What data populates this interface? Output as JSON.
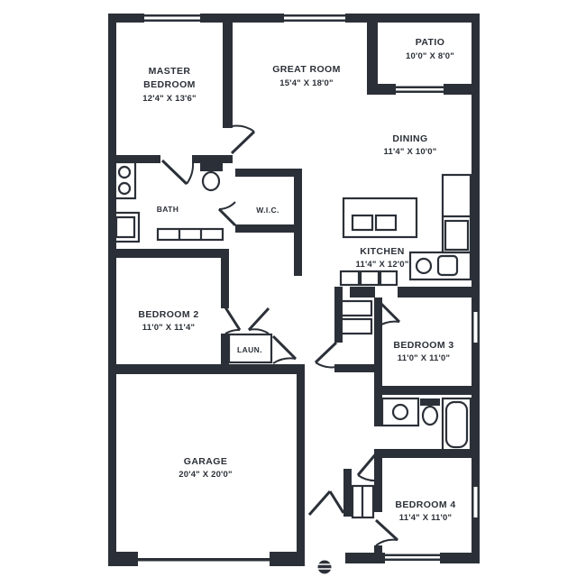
{
  "plan": {
    "wall_color": "#2b3038",
    "background_color": "#ffffff"
  },
  "rooms": [
    {
      "id": "master-bedroom",
      "lines": [
        "MASTER",
        "BEDROOM",
        "12'4\" X 13'6\""
      ]
    },
    {
      "id": "great-room",
      "lines": [
        "GREAT ROOM",
        "15'4\" X 18'0\""
      ]
    },
    {
      "id": "patio",
      "lines": [
        "PATIO",
        "10'0\" X 8'0\""
      ]
    },
    {
      "id": "dining",
      "lines": [
        "DINING",
        "11'4\" X 10'0\""
      ]
    },
    {
      "id": "kitchen",
      "lines": [
        "KITCHEN",
        "11'4\" X 12'0\""
      ]
    },
    {
      "id": "master-bath",
      "lines": [
        "BATH"
      ]
    },
    {
      "id": "walk-in-closet",
      "lines": [
        "W.I.C."
      ]
    },
    {
      "id": "bedroom-2",
      "lines": [
        "BEDROOM 2",
        "11'0\" X 11'4\""
      ]
    },
    {
      "id": "laundry",
      "lines": [
        "LAUN."
      ]
    },
    {
      "id": "bedroom-3",
      "lines": [
        "BEDROOM 3",
        "11'0\" X 11'0\""
      ]
    },
    {
      "id": "bedroom-4",
      "lines": [
        "BEDROOM 4",
        "11'4\" X 11'0\""
      ]
    },
    {
      "id": "garage",
      "lines": [
        "GARAGE",
        "20'4\" X 20'0\""
      ]
    }
  ]
}
